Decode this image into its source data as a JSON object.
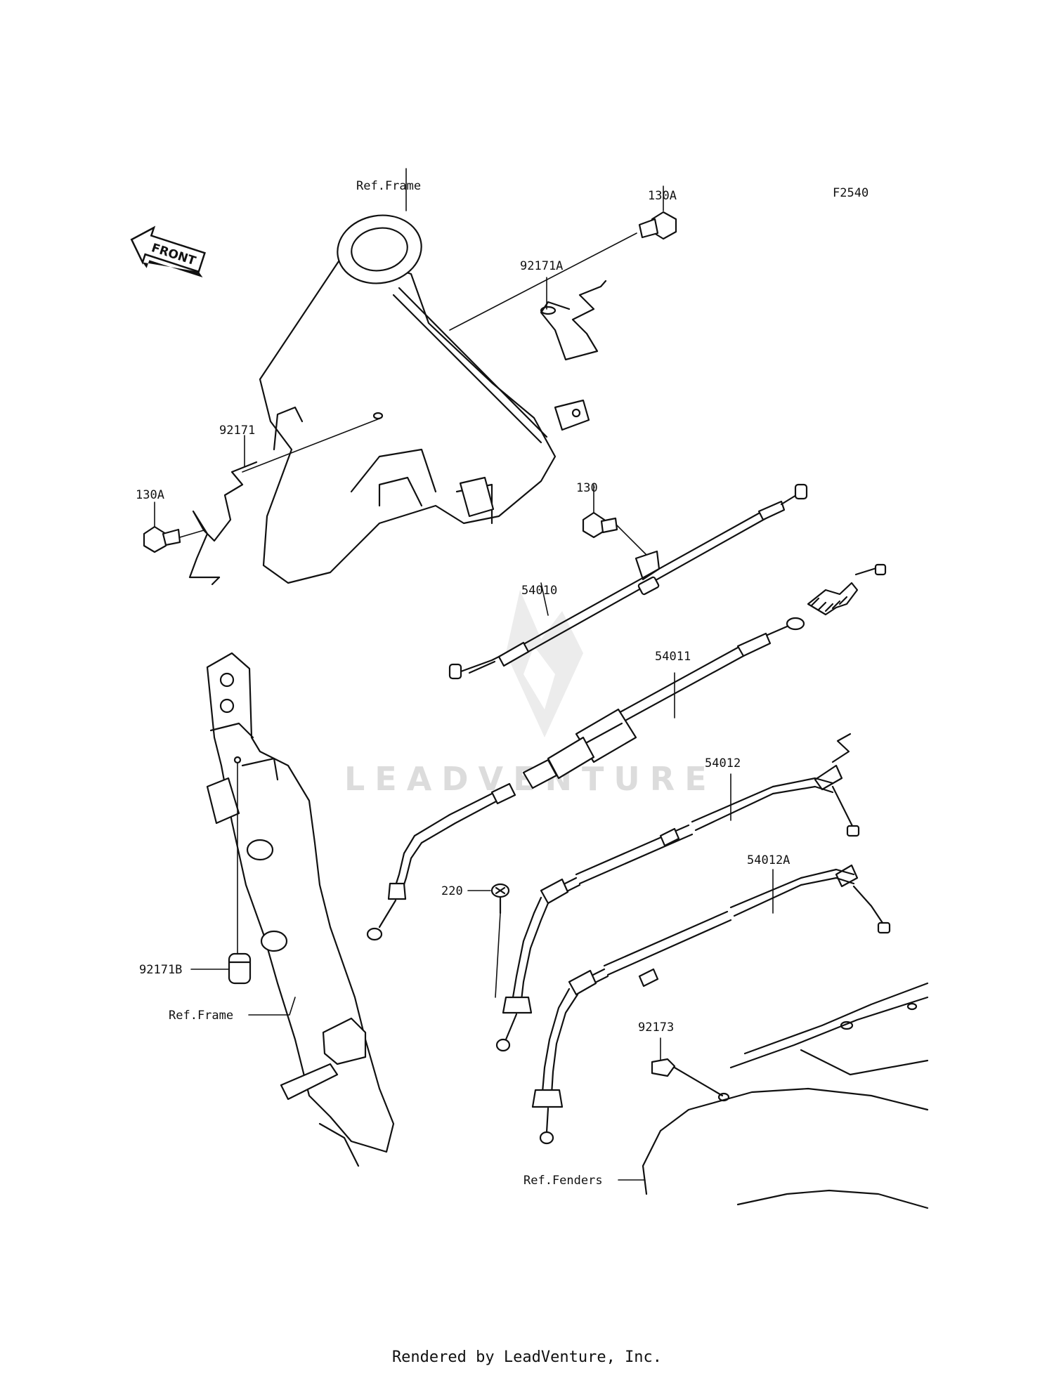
{
  "diagram_code": "F2540",
  "front_arrow": "FRONT",
  "watermark": "LEADVENTURE",
  "labels": {
    "ref_frame_top": "Ref.Frame",
    "bolt_130A_top": "130A",
    "clamp_92171A": "92171A",
    "clamp_92171": "92171",
    "bolt_130A_left": "130A",
    "bolt_130": "130",
    "cable_54010": "54010",
    "cable_54011": "54011",
    "cable_54012": "54012",
    "cable_54012A": "54012A",
    "screw_220": "220",
    "clamp_92171B": "92171B",
    "ref_frame_bottom": "Ref.Frame",
    "clip_92173": "92173",
    "ref_fenders": "Ref.Fenders"
  },
  "footer": "Rendered by LeadVenture, Inc."
}
